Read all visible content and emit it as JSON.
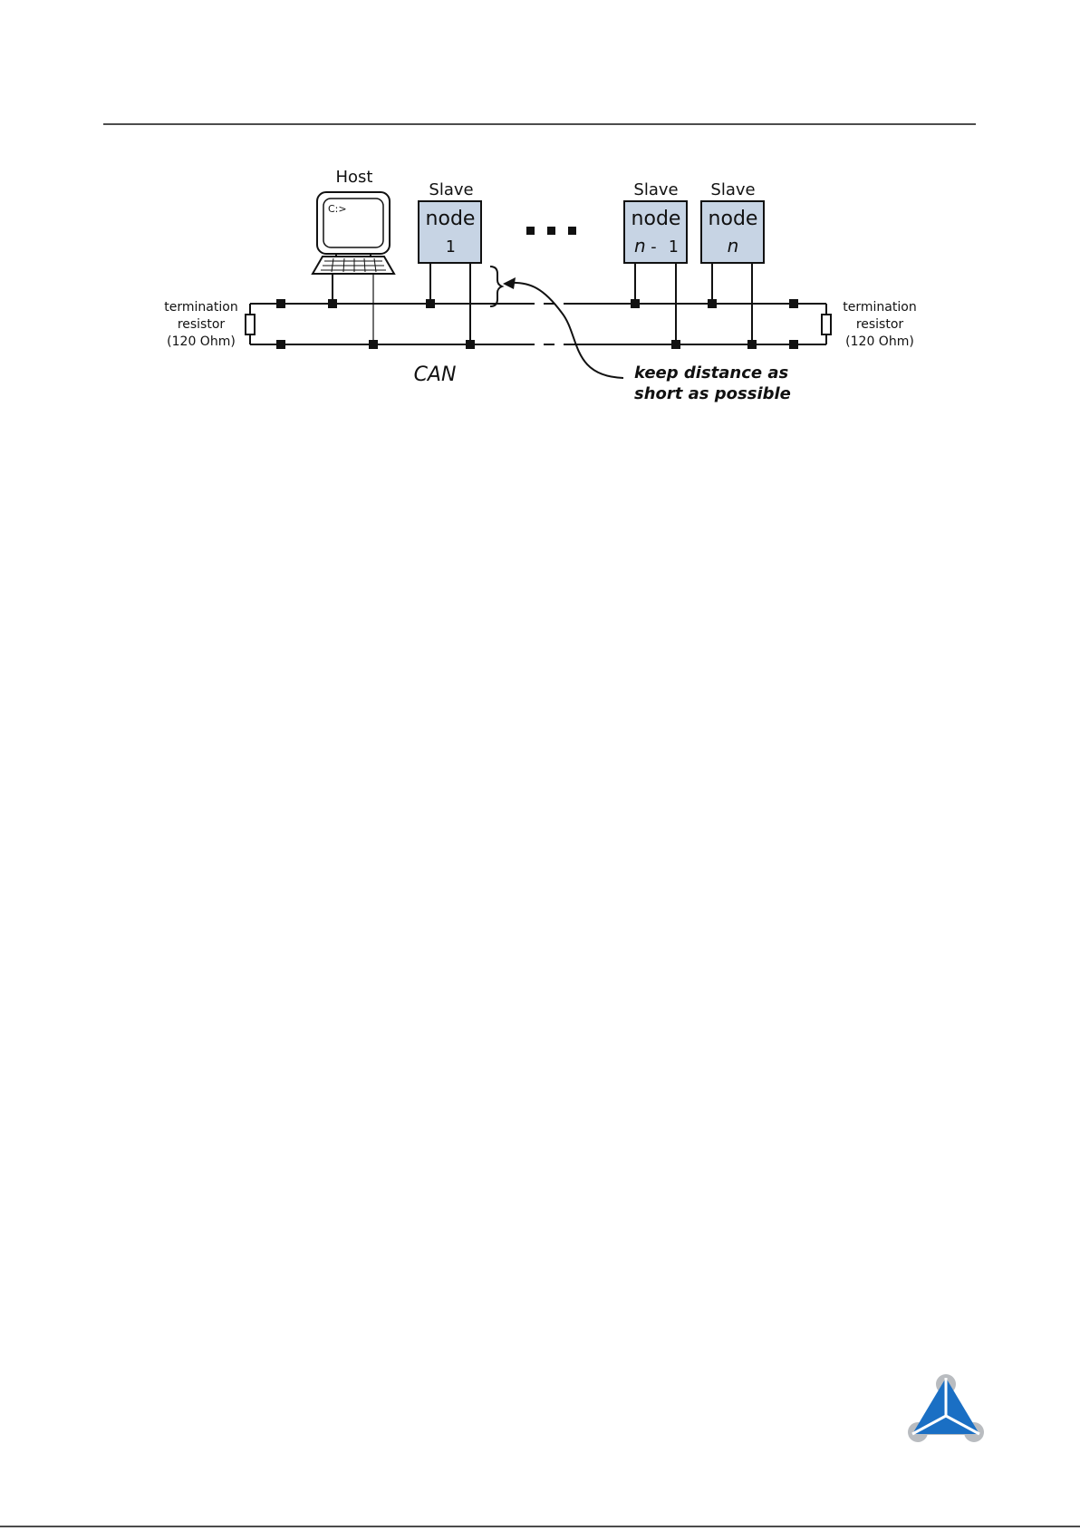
{
  "diagram": {
    "host_label": "Host",
    "host_screen_text": "C:>",
    "slave_label": "Slave",
    "node_label": "node",
    "node_1_index": "1",
    "node_n1_var": "n",
    "node_n1_suffix": "- 1",
    "node_n_index": "n",
    "termination_left": [
      "termination",
      "resistor",
      "(120 Ohm)"
    ],
    "termination_right": [
      "termination",
      "resistor",
      "(120 Ohm)"
    ],
    "bus_label": "CAN",
    "note": [
      "keep distance as",
      "short as possible"
    ]
  },
  "colors": {
    "node_fill": "#c7d4e4",
    "line": "#111111",
    "logo_blue": "#1a6fc4",
    "logo_gray": "#b9bcc0"
  },
  "icons": [
    "computer-icon",
    "company-logo-icon"
  ]
}
